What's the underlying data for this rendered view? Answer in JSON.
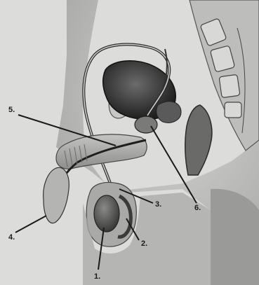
{
  "diagram": {
    "labels": [
      {
        "id": "1",
        "text": "1."
      },
      {
        "id": "2",
        "text": "2."
      },
      {
        "id": "3",
        "text": "3."
      },
      {
        "id": "4",
        "text": "4."
      },
      {
        "id": "5",
        "text": "5."
      },
      {
        "id": "6",
        "text": "6."
      }
    ]
  }
}
